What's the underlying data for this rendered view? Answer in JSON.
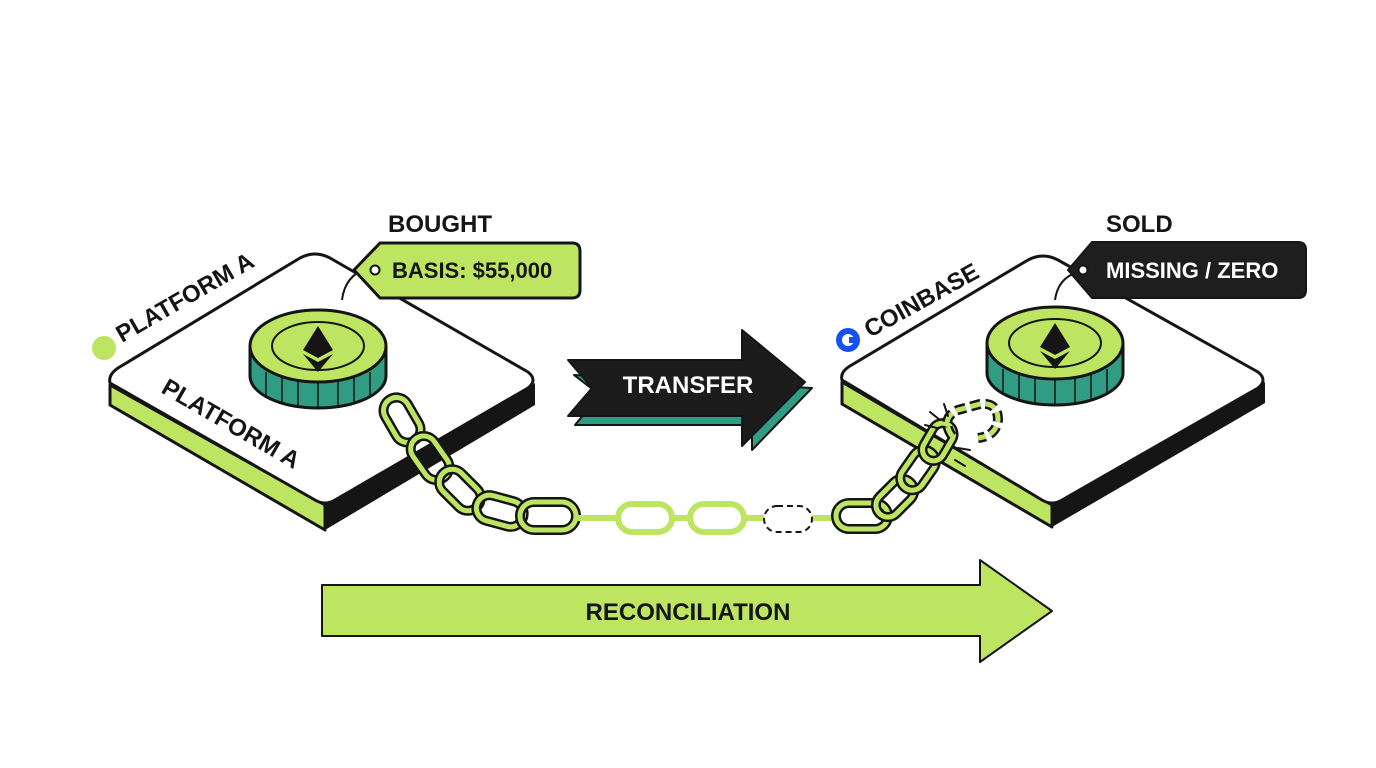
{
  "colors": {
    "accent": "#bde561",
    "ink": "#151515",
    "teal": "#2f9c83",
    "dark_tag": "#1e1e1e",
    "coinbase_blue": "#1652f0"
  },
  "left_platform": {
    "name_top": "PLATFORM A",
    "name_side": "PLATFORM A",
    "status_label": "BOUGHT",
    "tag_text": "BASIS: $55,000",
    "coin_icon": "ethereum-coin-icon"
  },
  "right_platform": {
    "name_top": "COINBASE",
    "status_label": "SOLD",
    "tag_text": "MISSING / ZERO",
    "coin_icon": "ethereum-coin-icon",
    "brand_icon": "coinbase-logo-icon"
  },
  "transfer_arrow": {
    "label": "TRANSFER"
  },
  "reconciliation_arrow": {
    "label": "RECONCILIATION"
  }
}
